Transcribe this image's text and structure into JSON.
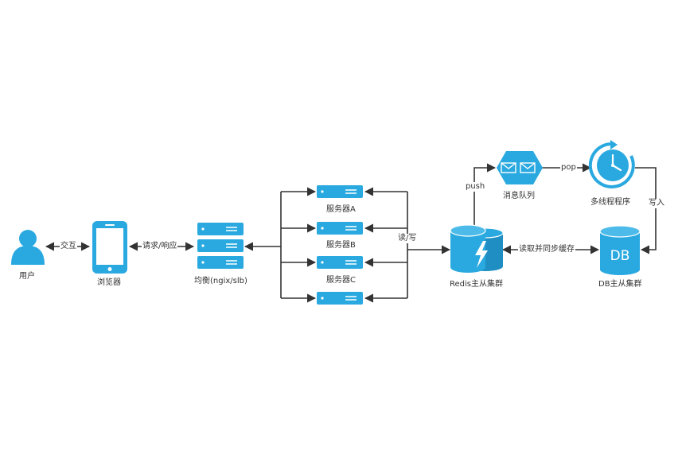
{
  "colors": {
    "accent": "#29a9e0",
    "accent_dark": "#1f8fc3",
    "line": "#333333",
    "text": "#333333",
    "background": "#ffffff"
  },
  "nodes": {
    "user": {
      "label": "用户",
      "icon": "user-icon"
    },
    "browser": {
      "label": "浏览器",
      "icon": "smartphone-icon"
    },
    "load_balancer": {
      "label": "均衡(ngix/slb)",
      "icon": "server-stack-icon"
    },
    "server_a": {
      "label": "服务器A",
      "icon": "server-icon"
    },
    "server_b": {
      "label": "服务器B",
      "icon": "server-icon"
    },
    "server_c": {
      "label": "服务器C",
      "icon": "server-icon"
    },
    "server_d": {
      "label": "",
      "icon": "server-icon"
    },
    "redis": {
      "label": "Redis主从集群",
      "icon": "redis-cluster-icon"
    },
    "mq": {
      "label": "消息队列",
      "icon": "message-queue-icon"
    },
    "worker": {
      "label": "多线程程序",
      "icon": "clock-cycle-icon"
    },
    "db": {
      "label": "DB主从集群",
      "icon": "database-icon",
      "icon_text": "DB"
    }
  },
  "edges": {
    "interact": "交互",
    "request_response": "请求/响应",
    "read_write": "读/写",
    "push": "push",
    "pop": "pop",
    "write_in": "写入",
    "read_sync": "读取并同步缓存"
  }
}
